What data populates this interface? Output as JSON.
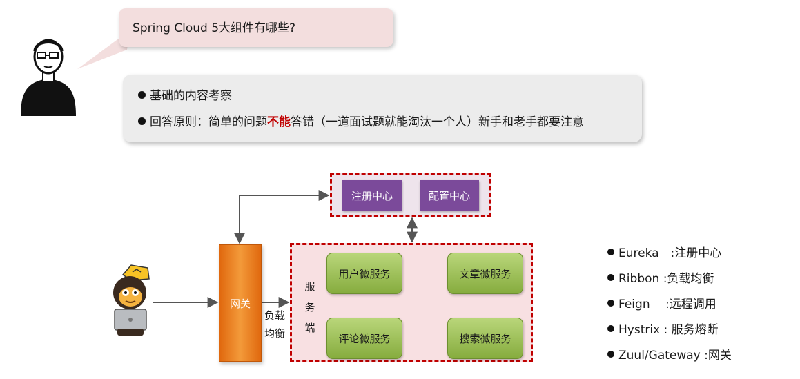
{
  "question": "Spring Cloud 5大组件有哪些?",
  "bullets": [
    {
      "text": "基础的内容考察"
    },
    {
      "before": "回答原则：简单的问题",
      "highlight": "不能",
      "after": "答错（一道面试题就能淘汰一个人）新手和老手都要注意"
    }
  ],
  "diagram": {
    "top_boxes": [
      "注册中心",
      "配置中心"
    ],
    "gateway": "网关",
    "load_balance": [
      "负载",
      "均衡"
    ],
    "server_label": [
      "服",
      "务",
      "端"
    ],
    "services": [
      "用户微服务",
      "文章微服务",
      "评论微服务",
      "搜索微服务"
    ]
  },
  "components": [
    "Eureka　:注册中心",
    "Ribbon :负载均衡",
    "Feign　 :远程调用",
    "Hystrix :  服务熔断",
    "Zuul/Gateway :网关"
  ],
  "colors": {
    "bubble": "#f3dede",
    "dashed_border": "#c00000",
    "purple": "#7b4a9a",
    "green": "#8fb44a",
    "orange": "#f0821e",
    "highlight": "#c00000"
  },
  "icons": [
    "user-avatar-icon",
    "monkey-mascot-icon"
  ]
}
